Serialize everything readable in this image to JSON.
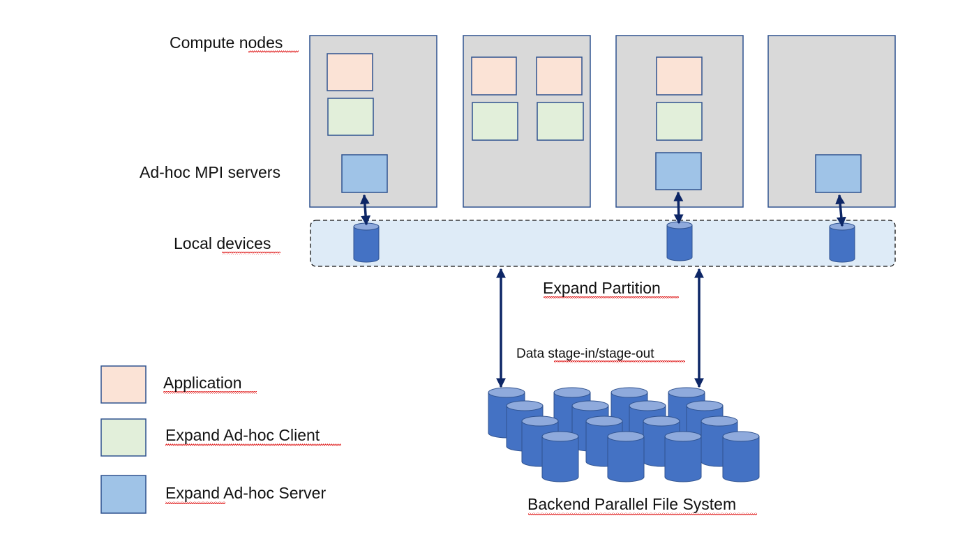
{
  "labels": {
    "compute_nodes": "Compute nodes",
    "adhoc_mpi_servers": "Ad-hoc MPI servers",
    "local_devices": "Local devices",
    "expand_partition": "Expand Partition",
    "data_stage": "Data stage-in/stage-out",
    "backend_pfs": "Backend Parallel File System"
  },
  "legend": [
    {
      "label": "Application",
      "color": "#fbe3d6"
    },
    {
      "label": "Expand Ad-hoc Client",
      "color": "#e2efda"
    },
    {
      "label": "Expand Ad-hoc Server",
      "color": "#9fc3e7"
    }
  ],
  "colors": {
    "node_fill": "#d9d9d9",
    "node_border": "#2f528f",
    "partition_fill": "#deebf7",
    "arrow": "#0d2666",
    "cylinder_body": "#4472c4",
    "cylinder_top": "#8faadc",
    "spellcheck_underline": "#e02020"
  }
}
